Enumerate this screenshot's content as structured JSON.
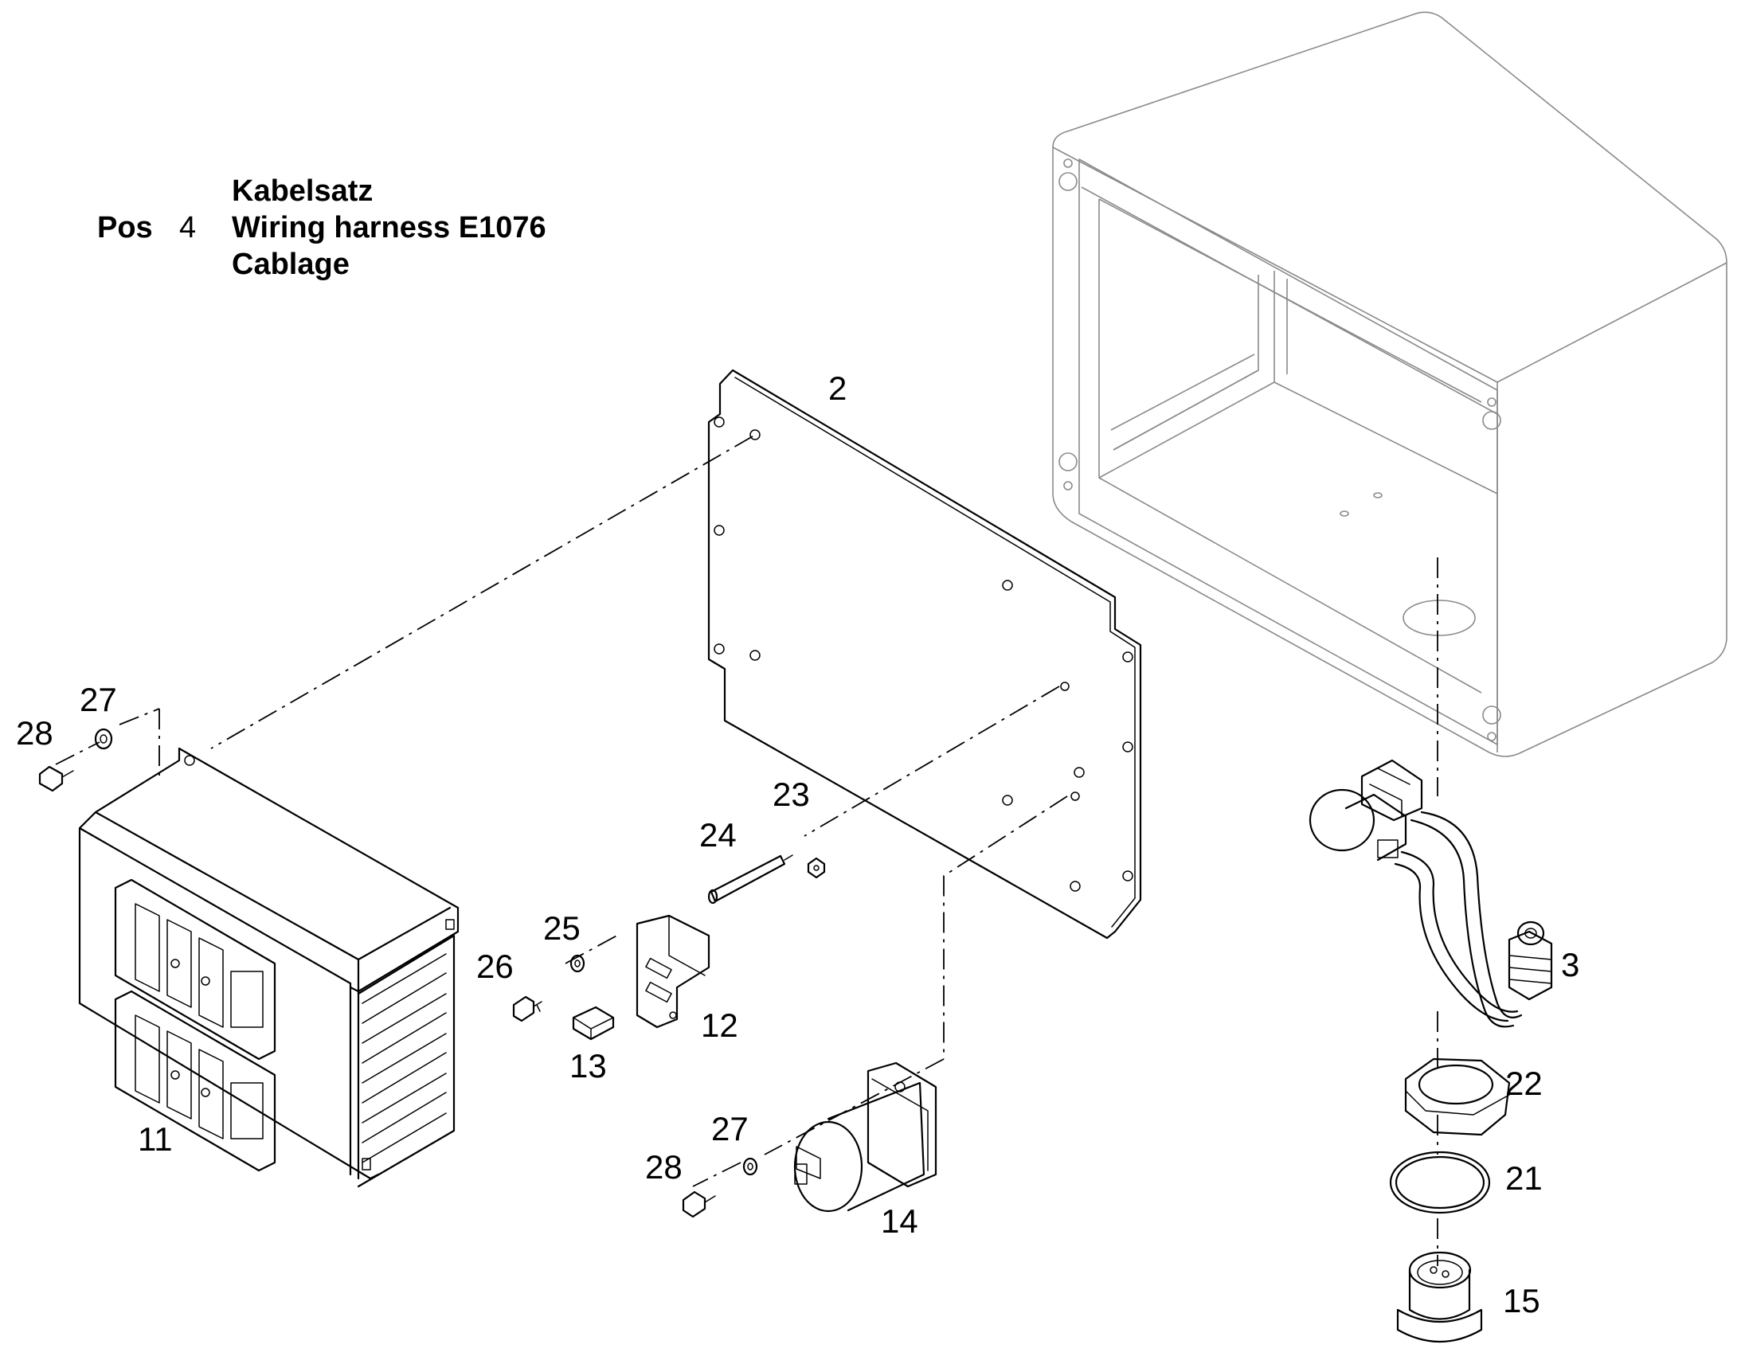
{
  "legend": {
    "pos_label": "Pos",
    "pos_number": "4",
    "lines": [
      "Kabelsatz",
      "Wiring harness E1076",
      "Cablage"
    ]
  },
  "callouts": [
    {
      "id": "2",
      "text": "2"
    },
    {
      "id": "3",
      "text": "3"
    },
    {
      "id": "11",
      "text": "11"
    },
    {
      "id": "12",
      "text": "12"
    },
    {
      "id": "13",
      "text": "13"
    },
    {
      "id": "14",
      "text": "14"
    },
    {
      "id": "15",
      "text": "15"
    },
    {
      "id": "21",
      "text": "21"
    },
    {
      "id": "22",
      "text": "22"
    },
    {
      "id": "23",
      "text": "23"
    },
    {
      "id": "24",
      "text": "24"
    },
    {
      "id": "25",
      "text": "25"
    },
    {
      "id": "26",
      "text": "26"
    },
    {
      "id": "27a",
      "text": "27"
    },
    {
      "id": "28a",
      "text": "28"
    },
    {
      "id": "27b",
      "text": "27"
    },
    {
      "id": "28b",
      "text": "28"
    }
  ]
}
